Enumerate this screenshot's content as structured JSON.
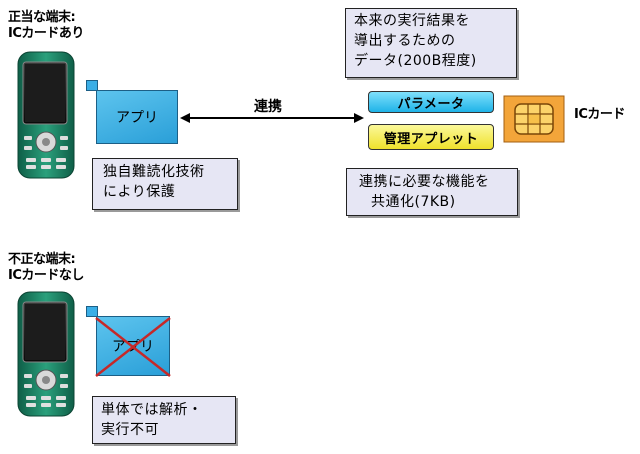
{
  "legit": {
    "label_line1": "正当な端末:",
    "label_line2": "ICカードあり"
  },
  "illegit": {
    "label_line1": "不正な端末:",
    "label_line2": "ICカードなし"
  },
  "top_box": {
    "line1": "本来の実行結果を",
    "line2": "導出するための",
    "line3": "データ(200B程度)"
  },
  "app_label": "アプリ",
  "app_label_bottom": "アプリ",
  "link_label": "連携",
  "param_label": "パラメータ",
  "applet_label": "管理アプレット",
  "ic_card_label": "ICカード",
  "obfuscation_box": {
    "line1": "独自難読化技術",
    "line2": "により保護"
  },
  "common_box": {
    "line1": "連携に必要な機能を",
    "line2": "共通化(7KB)"
  },
  "standalone_box": {
    "line1": "単体では解析・",
    "line2": "実行不可"
  },
  "colors": {
    "app_blue": "#3aaee6",
    "param_cyan": "#2ec4f0",
    "applet_yellow": "#f5f04a",
    "chip_orange": "#f0a030",
    "cross_red": "#c62828",
    "phone_green": "#1f8a6a",
    "box_bg": "#e6e6f4"
  }
}
